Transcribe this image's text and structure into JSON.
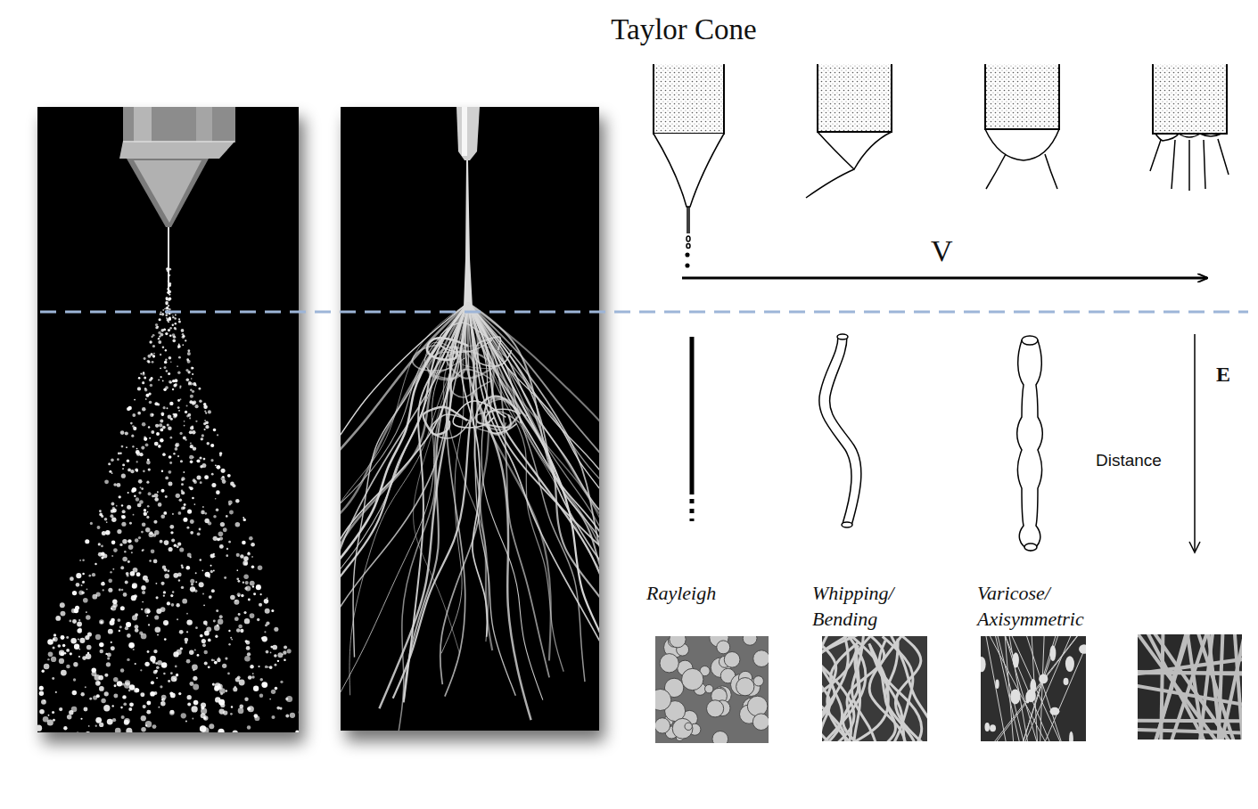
{
  "diagram": {
    "title": "Taylor Cone",
    "labels": [
      "V",
      "E",
      "Distance",
      "Rayleigh",
      "Whipping/ Bending",
      "Varicose/ Axisymmetric"
    ]
  }
}
